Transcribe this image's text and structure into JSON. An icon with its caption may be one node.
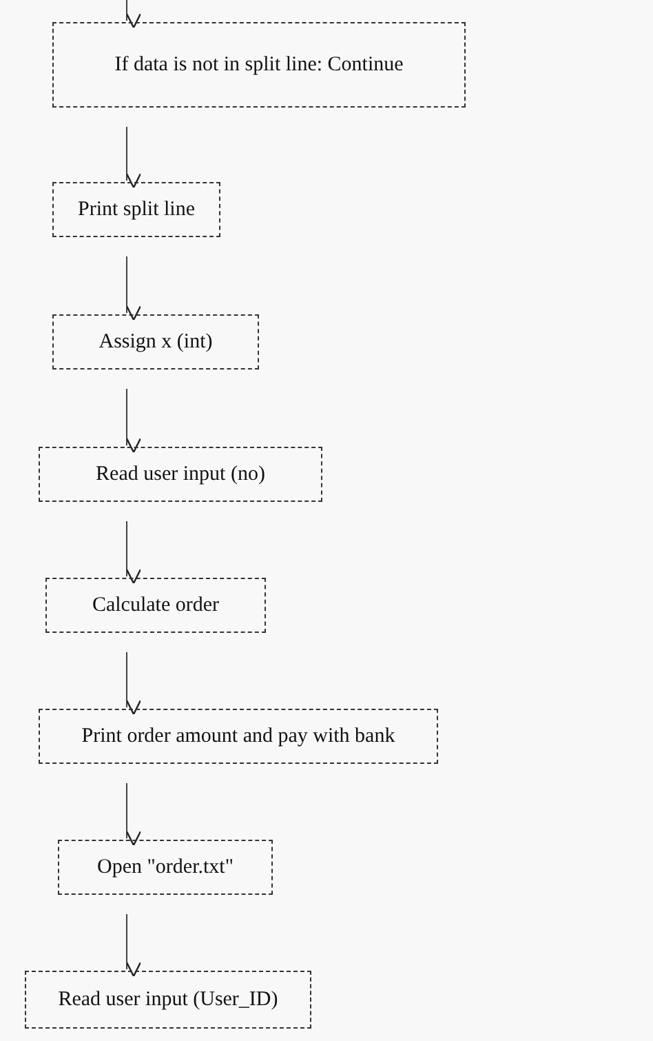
{
  "diagram": {
    "nodes": [
      {
        "text": [
          "If data is not in split line: Continue"
        ]
      },
      {
        "text": [
          "Print split line"
        ]
      },
      {
        "text": [
          "Assign x (int)"
        ]
      },
      {
        "text": [
          "Read user input (no)"
        ]
      },
      {
        "text": [
          "Calculate order"
        ]
      },
      {
        "text": [
          "Print order amount and pay with bank"
        ]
      },
      {
        "text": [
          "Open \"order.txt\""
        ]
      },
      {
        "text": [
          "Read user input (User_ID)"
        ]
      }
    ],
    "edges": [
      {
        "from": null,
        "to": 0,
        "arrow": "to"
      },
      {
        "from": 0,
        "to": 1,
        "arrow": "to"
      },
      {
        "from": 1,
        "to": 2,
        "arrow": "to"
      },
      {
        "from": 2,
        "to": 3,
        "arrow": "to"
      },
      {
        "from": 3,
        "to": 4,
        "arrow": "to"
      },
      {
        "from": 4,
        "to": 5,
        "arrow": "to"
      },
      {
        "from": 5,
        "to": 6,
        "arrow": "to"
      },
      {
        "from": 6,
        "to": 7,
        "arrow": "to"
      }
    ]
  }
}
